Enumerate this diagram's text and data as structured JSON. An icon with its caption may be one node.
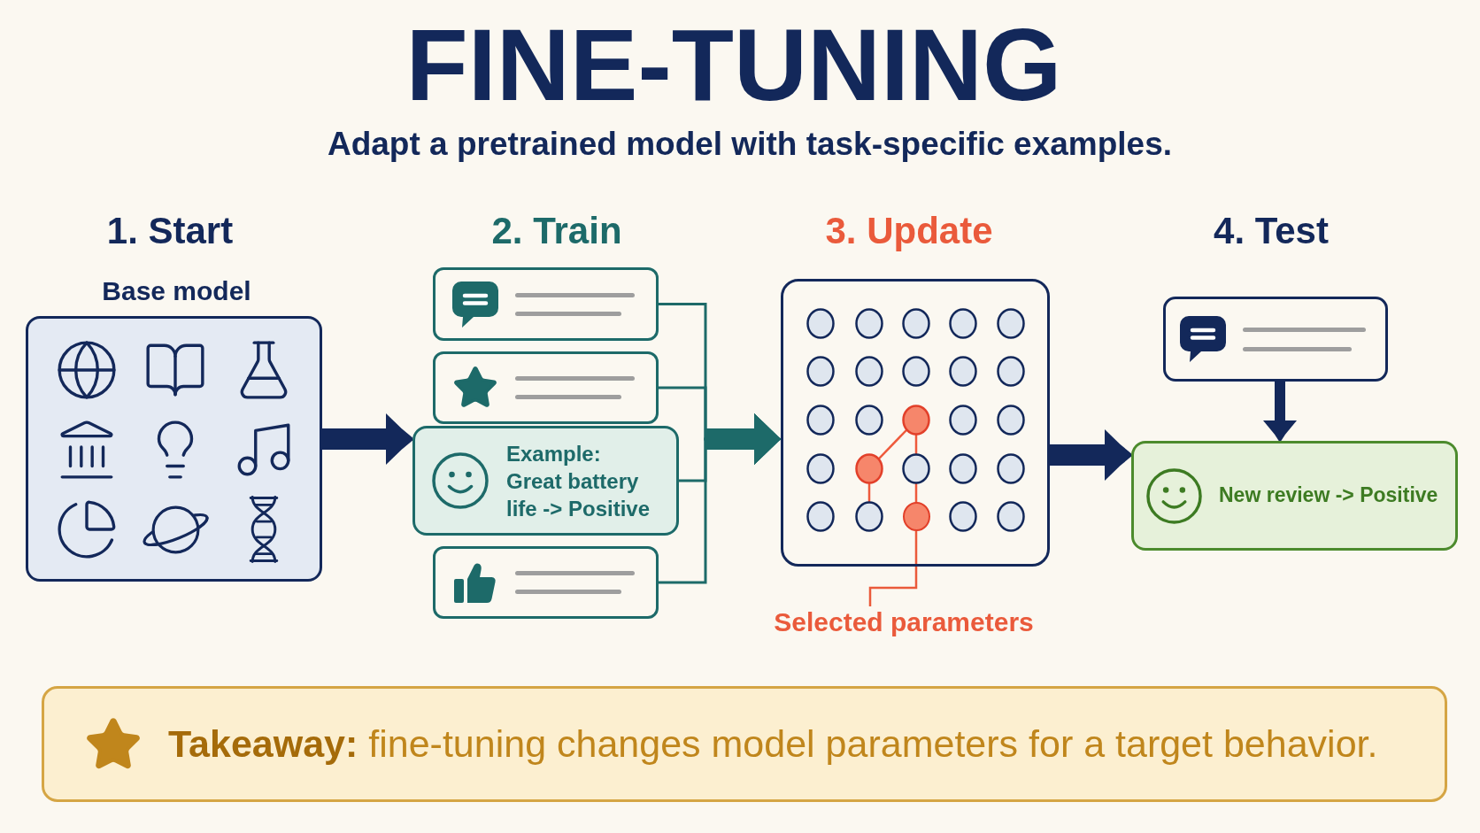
{
  "diagram": {
    "title": "FINE-TUNING",
    "nodes": [
      {
        "text": [
          "Base model"
        ]
      },
      {
        "text": [],
        "shape": "box"
      },
      {
        "text": [],
        "shape": "box"
      },
      {
        "text": [
          "Example:",
          "Great battery life -> Positive"
        ]
      },
      {
        "text": [],
        "shape": "box"
      },
      {
        "text": [],
        "shape": "box"
      },
      {
        "text": [],
        "shape": "circle",
        "in": 5
      },
      {
        "text": [
          "Selected parameters"
        ]
      },
      {
        "text": [],
        "shape": "box"
      },
      {
        "text": [
          "New review -> Positive"
        ]
      },
      {
        "text": [
          "**Takeaway:** fine-tuning changes model parameters for a target behavior."
        ]
      }
    ],
    "edges": [
      {
        "from": 0,
        "to": 3,
        "arrow": "to",
        "style": "thick",
        "color": "#13285a"
      },
      {
        "from": 1,
        "to": 5,
        "arrow": "to",
        "color": "#1d6a69"
      },
      {
        "from": 2,
        "to": 5,
        "arrow": "to",
        "color": "#1d6a69"
      },
      {
        "from": 3,
        "to": 5,
        "arrow": "to",
        "color": "#1d6a69"
      },
      {
        "from": 4,
        "to": 5,
        "arrow": "to",
        "color": "#1d6a69"
      },
      {
        "from": 5,
        "to": 9,
        "arrow": "to",
        "style": "thick",
        "color": "#13285a"
      },
      {
        "from": 8,
        "to": 9,
        "arrow": "to",
        "style": "thick",
        "color": "#13285a"
      },
      {
        "from": 7,
        "to": 6,
        "arrow": "none",
        "color": "#ea5a3b"
      }
    ],
    "labels": [
      "Adapt a pretrained model with task-specific examples.",
      "1. Start",
      "2. Train",
      "3. Update",
      "4. Test"
    ]
  }
}
